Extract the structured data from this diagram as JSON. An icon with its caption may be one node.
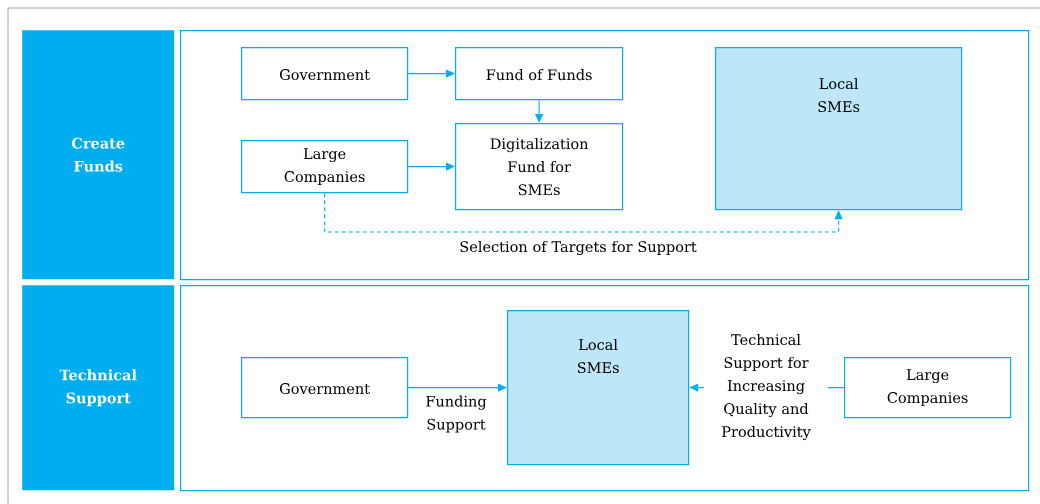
{
  "diagram": {
    "nodes": [
      {
        "text": [
          "Create Funds"
        ]
      },
      {
        "text": [],
        "shape": "box"
      },
      {
        "text": [
          "Government"
        ],
        "in": 1
      },
      {
        "text": [
          "Fund of Funds"
        ],
        "in": 1
      },
      {
        "text": [
          "Large Companies"
        ],
        "in": 1
      },
      {
        "text": [
          "Digitalization Fund for SMEs"
        ],
        "in": 1
      },
      {
        "text": [
          "Local SMEs"
        ],
        "in": 1
      },
      {
        "text": [
          "Technical Support"
        ]
      },
      {
        "text": [],
        "shape": "box"
      },
      {
        "text": [
          "Government"
        ],
        "in": 8
      },
      {
        "text": [
          "Local SMEs"
        ],
        "in": 8
      },
      {
        "text": [
          "Large Companies"
        ],
        "in": 8
      }
    ],
    "edges": [
      {
        "from": 2,
        "to": 3,
        "arrow": "to"
      },
      {
        "from": 3,
        "to": 5,
        "arrow": "to"
      },
      {
        "from": 4,
        "to": 5,
        "arrow": "to"
      },
      {
        "from": 4,
        "to": 6,
        "arrow": "to",
        "style": "dashed",
        "label": "Selection of Targets for Support"
      },
      {
        "from": 9,
        "to": 10,
        "arrow": "to",
        "label": "Funding Support"
      },
      {
        "from": 11,
        "to": 10,
        "arrow": "to",
        "label": "Technical Support for Increasing Quality and Productivity"
      }
    ]
  }
}
